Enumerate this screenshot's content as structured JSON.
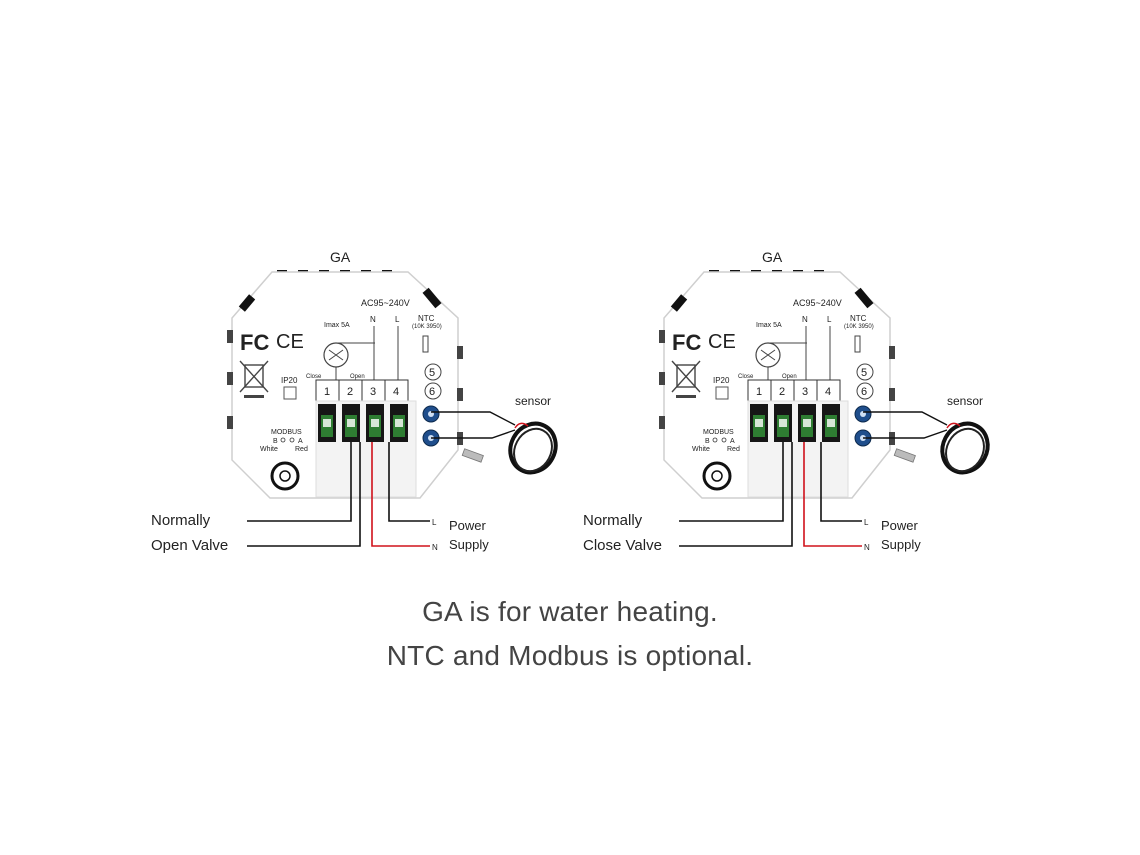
{
  "units": [
    {
      "id": "left",
      "title": "GA",
      "voltage": "AC95~240V",
      "imax": "Imax 5A",
      "label_n": "N",
      "label_l": "L",
      "ntc": "NTC",
      "ntc_spec": "(10K 3950)",
      "close": "Close",
      "open": "Open",
      "ip": "IP20",
      "modbus": "MODBUS",
      "modbus_b": "B",
      "modbus_a": "A",
      "modbus_white": "White",
      "modbus_red": "Red",
      "terminals": [
        "1",
        "2",
        "3",
        "4"
      ],
      "ntc_terminals": [
        "5",
        "6"
      ],
      "fc": "FC",
      "ce": "CE",
      "sensor": "sensor",
      "valve_line1": "Normally",
      "valve_line2": "Open Valve",
      "power_line1": "Power",
      "power_line2": "Supply",
      "wire_l": "L",
      "wire_n": "N"
    },
    {
      "id": "right",
      "title": "GA",
      "voltage": "AC95~240V",
      "imax": "Imax 5A",
      "label_n": "N",
      "label_l": "L",
      "ntc": "NTC",
      "ntc_spec": "(10K 3950)",
      "close": "Close",
      "open": "Open",
      "ip": "IP20",
      "modbus": "MODBUS",
      "modbus_b": "B",
      "modbus_a": "A",
      "modbus_white": "White",
      "modbus_red": "Red",
      "terminals": [
        "1",
        "2",
        "3",
        "4"
      ],
      "ntc_terminals": [
        "5",
        "6"
      ],
      "fc": "FC",
      "ce": "CE",
      "sensor": "sensor",
      "valve_line1": "Normally",
      "valve_line2": "Close Valve",
      "power_line1": "Power",
      "power_line2": "Supply",
      "wire_l": "L",
      "wire_n": "N"
    }
  ],
  "captions": {
    "line1": "GA is for water heating.",
    "line2": "NTC and Modbus is optional."
  },
  "colors": {
    "wire_black": "#111111",
    "wire_red": "#d0121b",
    "terminal_green": "#2e7d32",
    "screw_blue": "#1f4e8c"
  }
}
